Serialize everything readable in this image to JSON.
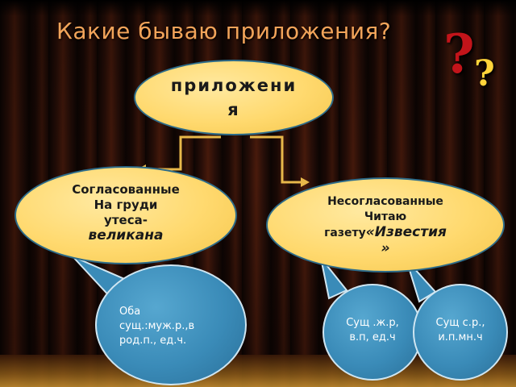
{
  "title": "Какие бываю приложения?",
  "decoration": {
    "qmark_big": "?",
    "qmark_small": "?"
  },
  "root": {
    "line1": "приложени",
    "line2": "я"
  },
  "left": {
    "line1": "Согласованные",
    "line2": "На груди",
    "line3": "утеса-",
    "line4": "великана"
  },
  "right": {
    "line1": "Несогласованные",
    "line2": "Читаю",
    "line3a": "газету",
    "line3b": "«Известия",
    "line4": "»"
  },
  "bubbles": {
    "b1": {
      "line1": "Оба",
      "line2": "сущ.:муж.р.,в",
      "line3": "род.п., ед.ч."
    },
    "b2": {
      "line1": "Сущ .ж.р,",
      "line2": "в.п, ед.ч"
    },
    "b3": {
      "line1": "Сущ с.р.,",
      "line2": "и.п.мн.ч"
    }
  },
  "colors": {
    "title": "#f2a45a",
    "node_fill": "#ffd96e",
    "node_border": "#2d6c8a",
    "bubble_fill": "#3a8bb8",
    "connector": "#e8b84a",
    "qmark_red": "#c2141a",
    "qmark_yellow": "#ffd43a"
  }
}
